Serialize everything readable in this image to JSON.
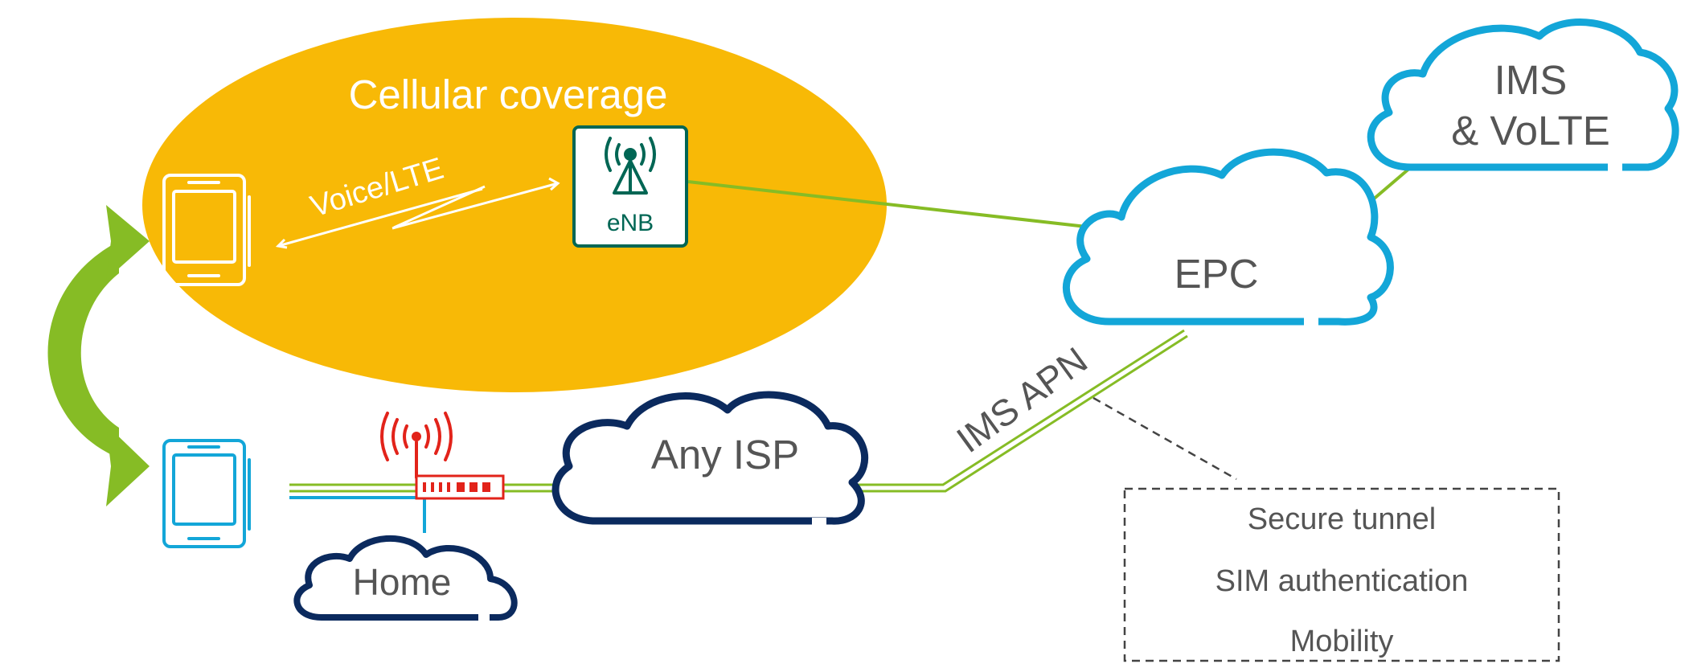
{
  "coverage": {
    "label": "Cellular coverage",
    "fill_color": "#F8B906"
  },
  "link_label": "Voice/LTE",
  "enb": {
    "label": "eNB",
    "color": "#006654"
  },
  "clouds": {
    "ims": {
      "line1": "IMS",
      "line2": "& VoLTE",
      "color": "#13A6D8"
    },
    "epc": {
      "label": "EPC",
      "color": "#13A6D8"
    },
    "isp": {
      "label": "Any ISP",
      "color": "#0B2A5E"
    },
    "home": {
      "label": "Home",
      "color": "#0B2A5E"
    }
  },
  "tunnel_label": "IMS APN",
  "features": [
    "Secure tunnel",
    "SIM authentication",
    "Mobility"
  ],
  "colors": {
    "green": "#86BC25",
    "router_red": "#E2231A",
    "wifi_phone": "#13A6D8",
    "text_gray": "#555555",
    "dashed": "#444444"
  },
  "icons": {
    "phone_cellular": "mobile-phone-icon",
    "phone_wifi": "mobile-phone-icon",
    "router": "wifi-router-icon",
    "antenna": "cell-tower-icon",
    "handover": "curved-double-arrow-icon"
  }
}
